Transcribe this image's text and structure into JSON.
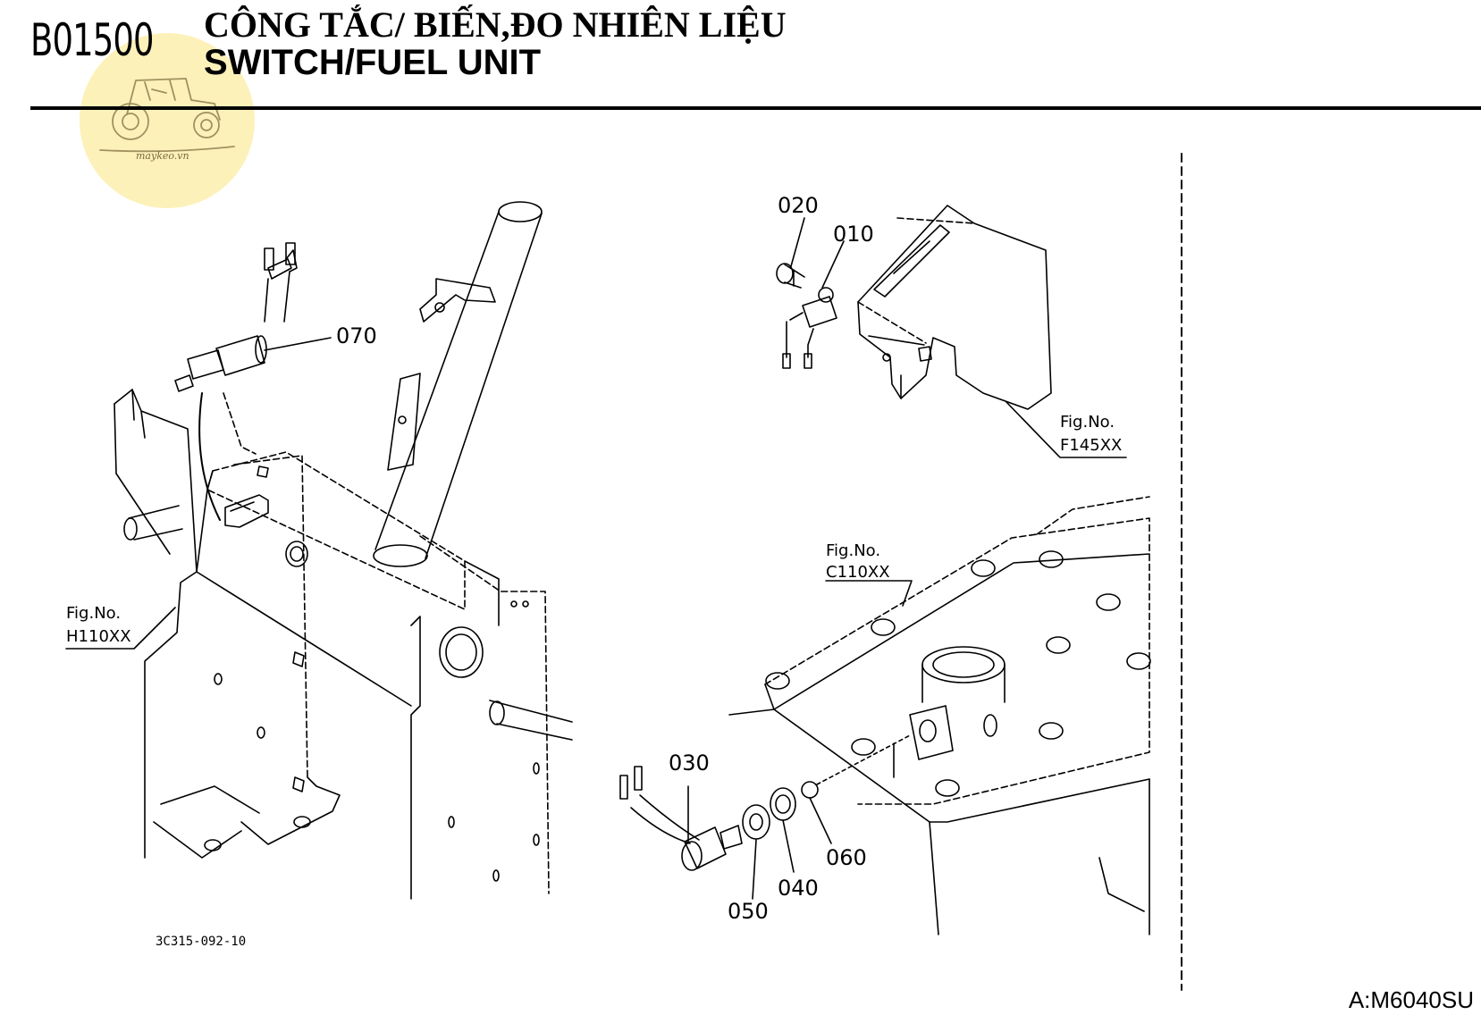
{
  "header": {
    "code": "B01500",
    "title_vi": "CÔNG TẮC/ BIẾN,ĐO NHIÊN LIỆU",
    "title_en": "SWITCH/FUEL UNIT"
  },
  "watermark": {
    "text": "maykeo.vn",
    "color": "#fbe9a8"
  },
  "callouts": {
    "p010": "010",
    "p020": "020",
    "p030": "030",
    "p040": "040",
    "p050": "050",
    "p060": "060",
    "p070": "070"
  },
  "figure_refs": {
    "f145": {
      "label": "Fig.No.",
      "value": "F145XX"
    },
    "c110": {
      "label": "Fig.No.",
      "value": "C110XX"
    },
    "h110": {
      "label": "Fig.No.",
      "value": "H110XX"
    }
  },
  "drawing_code": "3C315-092-10",
  "footer": {
    "model": "A:M6040SU"
  }
}
